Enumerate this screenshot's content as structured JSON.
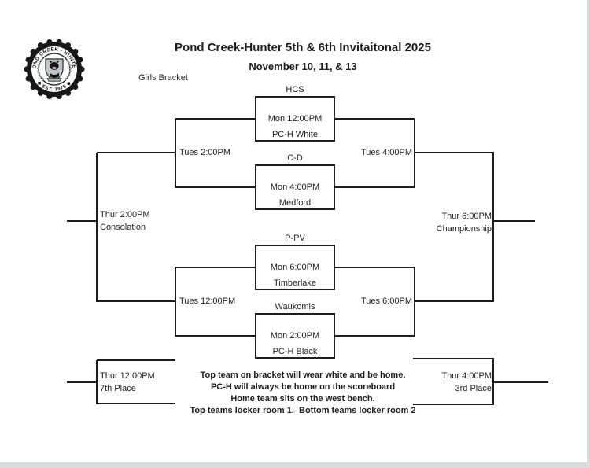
{
  "header": {
    "title": "Pond Creek-Hunter 5th & 6th Invitaitonal 2025",
    "dates": "November 10, 11, & 13",
    "bracket_label": "Girls Bracket"
  },
  "logo": {
    "arc_top": "POND CREEK - HUNTER",
    "arc_bottom": "◆ EST. 1975 ◆"
  },
  "games": [
    {
      "top_team": "HCS",
      "time": "Mon 12:00PM",
      "bottom_team": "PC-H White"
    },
    {
      "top_team": "C-D",
      "time": "Mon 4:00PM",
      "bottom_team": "Medford"
    },
    {
      "top_team": "P-PV",
      "time": "Mon 6:00PM",
      "bottom_team": "Timberlake"
    },
    {
      "top_team": "Waukomis",
      "time": "Mon 2:00PM",
      "bottom_team": "PC-H Black"
    }
  ],
  "rounds": {
    "left_upper": "Tues 2:00PM",
    "right_upper": "Tues 4:00PM",
    "left_lower": "Tues 12:00PM",
    "right_lower": "Tues 6:00PM"
  },
  "finals": {
    "consolation": {
      "time": "Thur 2:00PM",
      "label": "Consolation"
    },
    "championship": {
      "time": "Thur 6:00PM",
      "label": "Championship"
    },
    "seventh_place": {
      "time": "Thur 12:00PM",
      "label": "7th Place"
    },
    "third_place": {
      "time": "Thur 4:00PM",
      "label": "3rd Place"
    }
  },
  "notes": [
    "Top team on bracket will wear white and be home.",
    "PC-H will always be home on the scoreboard",
    "Home team sits on the west bench.",
    "Top teams locker room 1.  Bottom teams locker room 2"
  ],
  "colors": {
    "ink": "#1e1e1e",
    "seal": "#181818",
    "page_edge": "#d9dcdf"
  }
}
